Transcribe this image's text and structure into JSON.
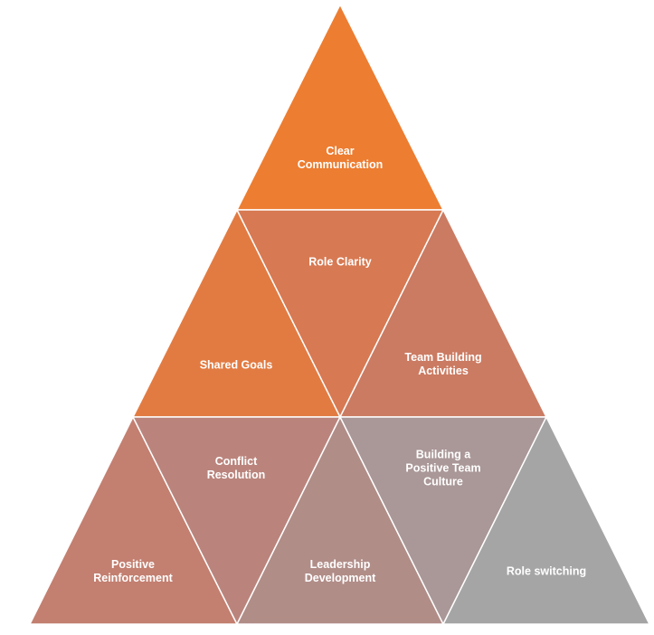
{
  "diagram": {
    "type": "segmented-pyramid",
    "segments": [
      {
        "label": "Clear\nCommunication",
        "color": "#ED7D31"
      },
      {
        "label": "Shared Goals",
        "color": "#E27B42"
      },
      {
        "label": "Role Clarity",
        "color": "#D77952"
      },
      {
        "label": "Team Building\nActivities",
        "color": "#CB7B62"
      },
      {
        "label": "Positive\nReinforcement",
        "color": "#C37F70"
      },
      {
        "label": "Conflict\nResolution",
        "color": "#BA847C"
      },
      {
        "label": "Leadership\nDevelopment",
        "color": "#B18D88"
      },
      {
        "label": "Building a\nPositive Team\nCulture",
        "color": "#AA9797"
      },
      {
        "label": "Role switching",
        "color": "#A5A5A5"
      }
    ]
  }
}
